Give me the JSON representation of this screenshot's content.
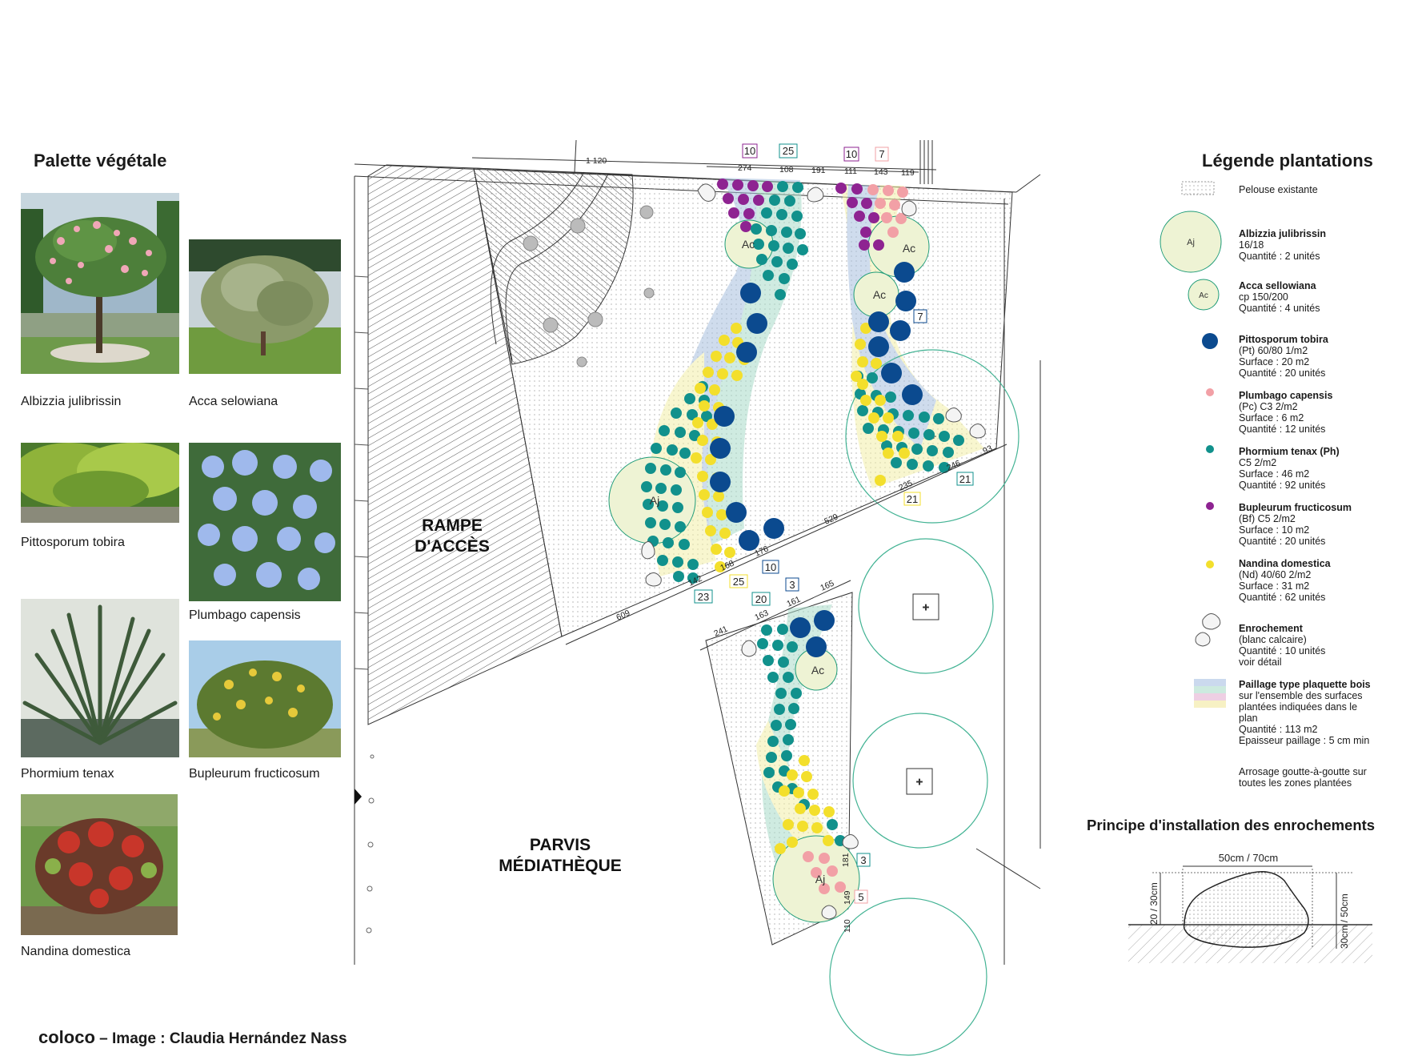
{
  "palette": {
    "title": "Palette végétale",
    "plants": [
      "Albizzia julibrissin",
      "Acca selowiana",
      "Pittosporum tobira",
      "Plumbago capensis",
      "Phormium tenax",
      "Bupleurum fructicosum",
      "Nandina domestica"
    ]
  },
  "plan": {
    "ramp_label": [
      "RAMPE",
      "D'ACCÈS"
    ],
    "parvis_label": [
      "PARVIS",
      "MÉDIATHÈQUE"
    ],
    "tree_codes": {
      "aj": "Aj",
      "ac": "Ac"
    },
    "dimensions": {
      "d1120": "1 120",
      "d274": "274",
      "d108": "108",
      "d191": "191",
      "d111": "111",
      "d143": "143",
      "d119": "119",
      "d609": "609",
      "d529": "529",
      "d93": "93",
      "d246": "246",
      "d235": "235",
      "d176": "176",
      "d168": "168",
      "d142": "142",
      "d241": "241",
      "d163": "163",
      "d161": "161",
      "d165": "165",
      "d181": "181",
      "d149": "149",
      "d110": "110"
    },
    "quantity_tags": {
      "t10a": "10",
      "t25a": "25",
      "t10b": "10",
      "t7a": "7",
      "t7b": "7",
      "t21a": "21",
      "t21b": "21",
      "t10c": "10",
      "t25b": "25",
      "t23": "23",
      "t20": "20",
      "t3a": "3",
      "t3b": "3",
      "t5": "5"
    }
  },
  "legend": {
    "title": "Légende plantations",
    "items": [
      {
        "lines": [
          "Pelouse existante"
        ]
      },
      {
        "symbol": "Aj",
        "lines": [
          "Albizzia julibrissin",
          "16/18",
          "Quantité : 2 unités"
        ]
      },
      {
        "symbol": "Ac",
        "lines": [
          "Acca sellowiana",
          "cp 150/200",
          "Quantité : 4 unités"
        ]
      },
      {
        "lines": [
          "Pittosporum tobira",
          "(Pt) 60/80 1/m2",
          "Surface : 20 m2",
          "Quantité : 20 unités"
        ],
        "bold_prefix": "(Pt)"
      },
      {
        "lines": [
          "Plumbago capensis",
          "(Pc) C3 2/m2",
          "Surface : 6 m2",
          "Quantité : 12 unités"
        ],
        "bold_prefix": "(Pc)"
      },
      {
        "lines": [
          "Phormium tenax (Ph)",
          "C5 2/m2",
          "Surface : 46 m2",
          "Quantité : 92 unités"
        ]
      },
      {
        "lines": [
          "Bupleurum fructicosum",
          "(Bf) C5 2/m2",
          "Surface : 10 m2",
          "Quantité : 20 unités"
        ],
        "bold_prefix": "(Bf)"
      },
      {
        "lines": [
          "Nandina domestica",
          "(Nd) 40/60 2/m2",
          "Surface : 31 m2",
          "Quantité : 62 unités"
        ],
        "bold_prefix": "(Nd)"
      },
      {
        "lines": [
          "Enrochement",
          "(blanc calcaire)",
          "Quantité : 10 unités",
          "voir détail"
        ]
      },
      {
        "lines": [
          "Paillage type plaquette bois",
          "sur l'ensemble des surfaces",
          "plantées indiquées dans le",
          "plan",
          "Quantité : 113 m2",
          "Epaisseur paillage : 5 cm min"
        ]
      },
      {
        "lines": [
          "Arrosage goutte-à-goutte sur",
          "toutes les zones plantées"
        ]
      }
    ],
    "colors": {
      "pittosporum": "#0b4a8f",
      "plumbago": "#f2a0a6",
      "phormium": "#11918c",
      "bupleurum": "#8e2391",
      "nandina": "#f3df2c",
      "tree_fill": "#eef3d4"
    }
  },
  "installation": {
    "title": "Principe d'installation des enrochements",
    "width_label": "50cm / 70cm",
    "left_label": "20 / 30cm",
    "right_label": "30cm / 50cm"
  },
  "footer": {
    "brand": "coloco",
    "credit": " – Image : Claudia Hernández Nass"
  }
}
